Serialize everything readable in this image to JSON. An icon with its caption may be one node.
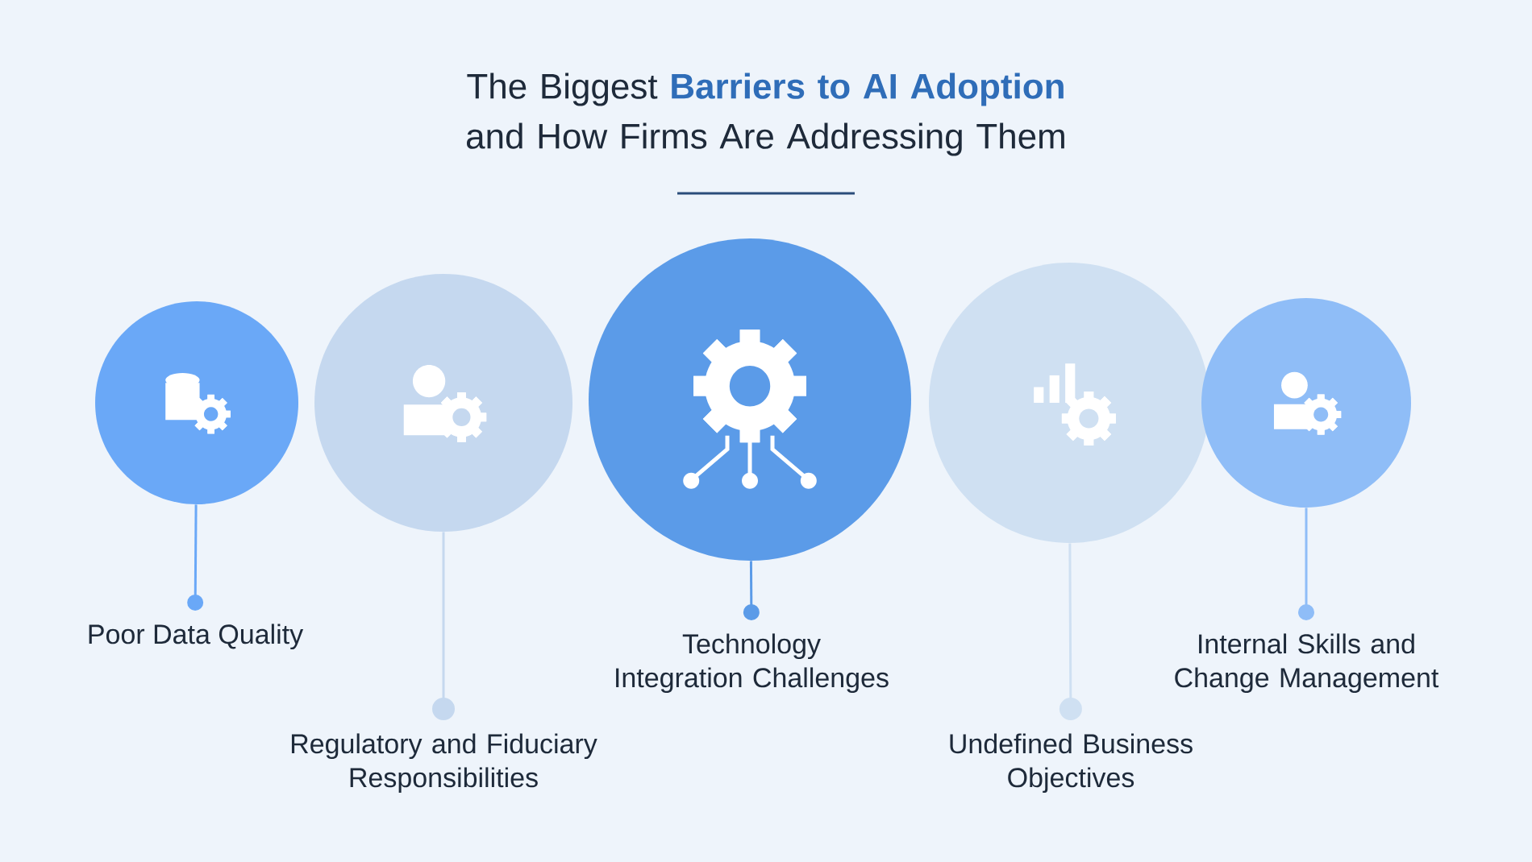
{
  "diagram": {
    "title": "The Biggest **Barriers to AI Adoption** and How Firms Are Addressing Them",
    "nodes": [
      {
        "text": [],
        "shape": "circle"
      },
      {
        "text": [],
        "shape": "circle"
      },
      {
        "text": [],
        "shape": "circle"
      },
      {
        "text": [],
        "shape": "circle"
      },
      {
        "text": [],
        "shape": "circle"
      },
      {
        "text": [
          "Poor Data Quality"
        ]
      },
      {
        "text": [
          "Regulatory and Fiduciary Responsibilities"
        ]
      },
      {
        "text": [
          "Technology Integration Challenges"
        ]
      },
      {
        "text": [
          "Undefined Business Objectives"
        ]
      },
      {
        "text": [
          "Internal Skills and Change Management"
        ]
      }
    ],
    "edges": [
      {
        "from": 0,
        "to": 5,
        "arrow": "other",
        "color": "#6aa8f7"
      },
      {
        "from": 1,
        "to": 6,
        "arrow": "other",
        "color": "#c5d8ef"
      },
      {
        "from": 2,
        "to": 7,
        "arrow": "other",
        "color": "#5b9be8"
      },
      {
        "from": 3,
        "to": 8,
        "arrow": "other",
        "color": "#cfe0f2"
      },
      {
        "from": 4,
        "to": 9,
        "arrow": "other",
        "color": "#8fbdf7"
      }
    ]
  }
}
